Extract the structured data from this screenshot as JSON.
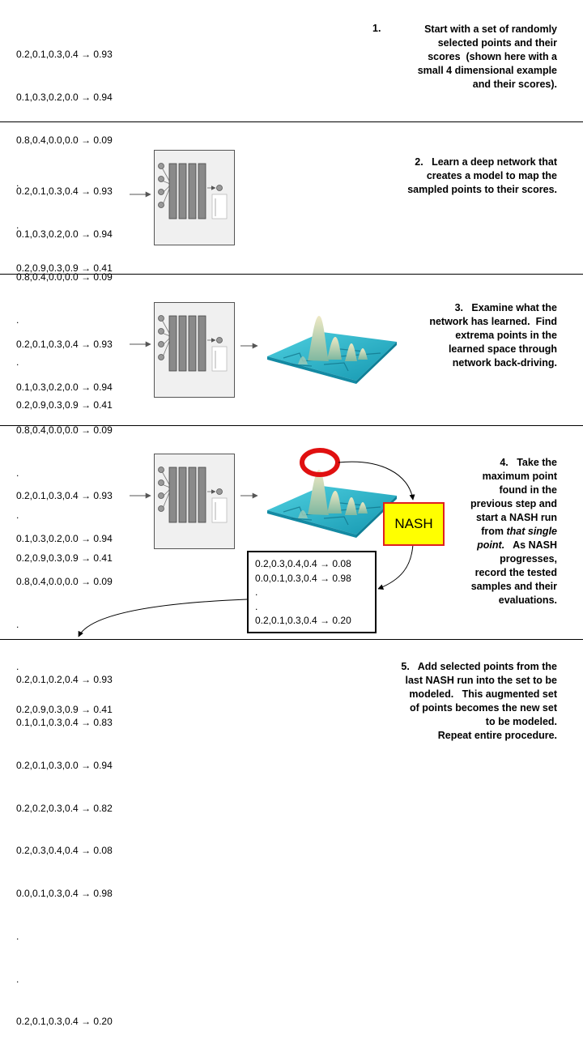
{
  "step1": {
    "points": [
      "0.2,0.1,0.3,0.4 → 0.93",
      "0.1,0.3,0.2,0.0 → 0.94",
      "0.8,0.4,0.0,0.0 → 0.09",
      ".",
      ".",
      "0.2,0.9,0.3,0.9 → 0.41"
    ],
    "number": "1.",
    "lines": [
      "Start with a set of randomly",
      "selected points and their",
      "scores  (shown here with a",
      "small 4 dimensional example",
      "and their scores)."
    ]
  },
  "step2": {
    "points": [
      "0.2,0.1,0.3,0.4 → 0.93",
      "0.1,0.3,0.2,0.0 → 0.94",
      "0.8,0.4,0.0,0.0 → 0.09",
      ".",
      ".",
      "0.2,0.9,0.3,0.9 → 0.41"
    ],
    "lines": [
      "2.   Learn a deep network that",
      "creates a model to map the",
      "sampled points to their scores."
    ]
  },
  "step3": {
    "points": [
      "0.2,0.1,0.3,0.4 → 0.93",
      "0.1,0.3,0.2,0.0 → 0.94",
      "0.8,0.4,0.0,0.0 → 0.09",
      ".",
      ".",
      "0.2,0.9,0.3,0.9 → 0.41"
    ],
    "lines": [
      "3.   Examine what the",
      "network has learned.  Find",
      "extrema points in the",
      "learned space through",
      "network back-driving."
    ]
  },
  "step4": {
    "points": [
      "0.2,0.1,0.3,0.4 → 0.93",
      "0.1,0.3,0.2,0.0 → 0.94",
      "0.8,0.4,0.0,0.0 → 0.09",
      ".",
      ".",
      "0.2,0.9,0.3,0.9 → 0.41"
    ],
    "lines": [
      "4.   Take the",
      "maximum point",
      "found in the",
      "previous step and",
      "start a NASH run",
      "from ",
      "point.   As NASH",
      "progresses,",
      "record the tested",
      "samples and their",
      "evaluations."
    ],
    "italic_1": "that single",
    "italic_2": "point.",
    "line_6_rest": "   As NASH",
    "nash_label": "NASH",
    "nash_results": [
      "0.2,0.3,0.4,0.4 → 0.08",
      "0.0,0.1,0.3,0.4 → 0.98",
      ".",
      ".",
      "0.2,0.1,0.3,0.4 → 0.20"
    ],
    "colors": {
      "nash_fill": "#ffff00",
      "nash_border": "#e02020",
      "max_ring": "#e01010"
    }
  },
  "step5": {
    "points": [
      "0.2,0.1,0.2,0.4 → 0.93",
      "0.1,0.1,0.3,0.4 → 0.83",
      "0.2,0.1,0.3,0.0 → 0.94",
      "0.2,0.2,0.3,0.4 → 0.82",
      "0.2,0.3,0.4,0.4 → 0.08",
      "0.0,0.1,0.3,0.4 → 0.98",
      ".",
      ".",
      "0.2,0.1,0.3,0.4 → 0.20"
    ],
    "lines": [
      "5.   Add selected points from the",
      "last NASH run into the set to be",
      "modeled.   This augmented set",
      "of points becomes the new set",
      "to be modeled.",
      "Repeat entire procedure."
    ]
  },
  "colors": {
    "surface": "#1fb3c8",
    "peak": "#d8d2a8",
    "box": "#f0f0f0",
    "layer": "#888888"
  }
}
